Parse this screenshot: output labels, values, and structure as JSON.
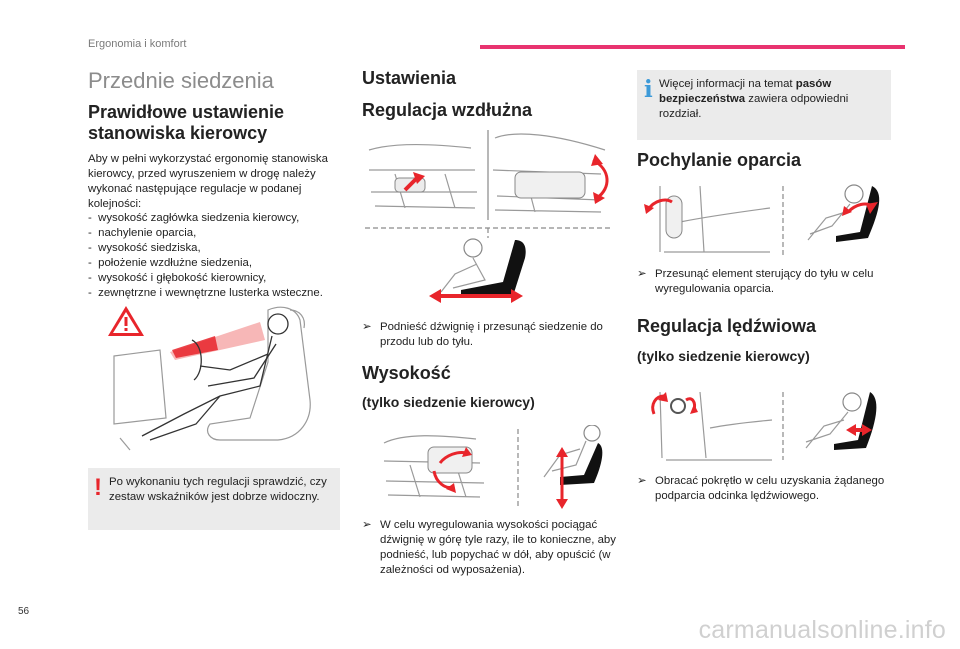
{
  "header": {
    "section": "Ergonomia i komfort",
    "accent_color": "#e8336f"
  },
  "page_title": "Przednie siedzenia",
  "col1": {
    "heading": "Prawidłowe ustawienie\nstanowiska kierowcy",
    "intro": "Aby w pełni wykorzystać ergonomię stanowiska kierowcy, przed wyruszeniem w drogę należy wykonać następujące regulacje w podanej kolejności:",
    "items": [
      "wysokość zagłówka siedzenia kierowcy,",
      "nachylenie oparcia,",
      "wysokość siedziska,",
      "położenie wzdłużne siedzenia,",
      "wysokość i głębokość kierownicy,",
      "zewnętrzne i wewnętrzne lusterka wsteczne."
    ],
    "warning_note": "Po wykonaniu tych regulacji sprawdzić, czy zestaw wskaźników jest dobrze widoczny."
  },
  "col2": {
    "heading": "Ustawienia",
    "sub1": "Regulacja wzdłużna",
    "bullet1": "Podnieść dźwignię i przesunąć siedzenie do przodu lub do tyłu.",
    "sub2": "Wysokość",
    "sub2_note": "(tylko siedzenie kierowcy)",
    "bullet2": "W celu wyregulowania wysokości pociągać dźwignię w górę tyle razy, ile to konieczne, aby podnieść, lub popychać w dół, aby opuścić (w zależności od wyposażenia)."
  },
  "col3": {
    "info_pre": "Więcej informacji na temat ",
    "info_bold": "pasów bezpieczeństwa",
    "info_post": " zawiera odpowiedni rozdział.",
    "sub1": "Pochylanie oparcia",
    "bullet1": "Przesunąć element sterujący do tyłu w celu wyregulowania oparcia.",
    "sub2": "Regulacja lędźwiowa",
    "sub2_note": "(tylko siedzenie kierowcy)",
    "bullet2": "Obracać pokrętło w celu uzyskania żądanego podparcia odcinka lędźwiowego."
  },
  "bullet_glyph": "",
  "page_number": "56",
  "watermark": "carmanualsonline.info",
  "colors": {
    "red": "#e8252b",
    "info_blue": "#3d9ad8",
    "note_bg": "#ebebeb"
  },
  "icons": [
    "warning-triangle-icon",
    "info-icon",
    "exclamation-icon",
    "seat-arrow-illustration"
  ]
}
